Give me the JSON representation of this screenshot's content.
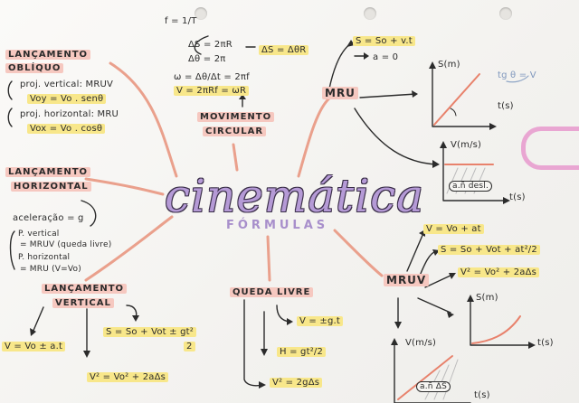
{
  "title": "cinemática",
  "subtitle": "FÓRMULAS",
  "lancamento_obliquo": {
    "heading_line1": "LANÇAMENTO",
    "heading_line2": "OBLÍQUO",
    "line1": "proj. vertical: MRUV",
    "line2": "Voy = Vo . senθ",
    "line3": "proj. horizontal: MRU",
    "line4": "Vox = Vo . cosθ"
  },
  "movimento_circular": {
    "f_line": "f = 1/T",
    "ds_line": "ΔS = 2πR",
    "dtheta_line": "Δθ = 2π",
    "ds_dtheta": "ΔS = ΔθR",
    "omega_line": "ω = Δθ/Δt = 2πf",
    "v_line": "V = 2πRf = ωR",
    "heading_line1": "MOVIMENTO",
    "heading_line2": "CIRCULAR"
  },
  "mru": {
    "heading": "MRU",
    "formula": "S = So + v.t",
    "a_zero": "a = 0",
    "graph1_y": "S(m)",
    "graph1_x": "t(s)",
    "tg": "tg θ = V",
    "graph2_y": "V(m/s)",
    "graph2_x": "t(s)",
    "graph2_label": "a.ñ desl."
  },
  "lancamento_horizontal": {
    "heading_line1": "LANÇAMENTO",
    "heading_line2": "HORIZONTAL",
    "accel": "aceleração = g",
    "line1": "P. vertical",
    "line2": "= MRUV (queda livre)",
    "line3": "P. horizontal",
    "line4": "= MRU (V=Vo)"
  },
  "lancamento_vertical": {
    "heading_line1": "LANÇAMENTO",
    "heading_line2": "VERTICAL",
    "f1": "V = Vo ± a.t",
    "f2_num": "S = So + Vot ± gt²",
    "f2_den": "2",
    "f3": "V² = Vo² + 2aΔs"
  },
  "queda_livre": {
    "heading": "QUEDA LIVRE",
    "f1": "V = ±g.t",
    "f2": "H = gt²/2",
    "f3": "V² = 2gΔs"
  },
  "mruv": {
    "heading": "MRUV",
    "f1": "V = Vo + at",
    "f2": "S = So + Vot + at²/2",
    "f3": "V² = Vo² + 2aΔs",
    "graph1_y": "S(m)",
    "graph1_x": "t(s)",
    "graph2_y": "V(m/s)",
    "graph2_x": "t(s)",
    "graph2_label": "a.ñ ΔS"
  },
  "colors": {
    "title": "#b59ad6",
    "red_highlight": "#f6c8c0",
    "yellow_highlight": "#f8e78a",
    "connector": "#eaa08c",
    "ink": "#2b2b2b",
    "clip": "#e9a6d2"
  }
}
